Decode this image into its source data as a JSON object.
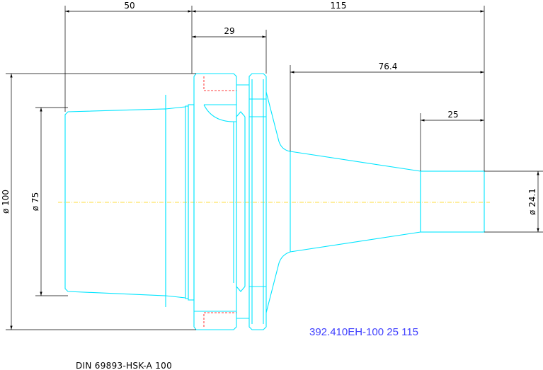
{
  "dimensions": {
    "d50": "50",
    "d115": "115",
    "d29": "29",
    "d76_4": "76.4",
    "d25": "25",
    "dia100": "ø 100",
    "dia75": "ø 75",
    "dia24_1": "ø 24.1"
  },
  "part_number": "392.410EH-100 25 115",
  "standard": "DIN 69893-HSK-A 100",
  "colors": {
    "outline": "#00e5ff",
    "dimension": "#000000",
    "hidden": "#ff0000",
    "centerline": "#ffd400",
    "part_label": "#4040ff"
  }
}
